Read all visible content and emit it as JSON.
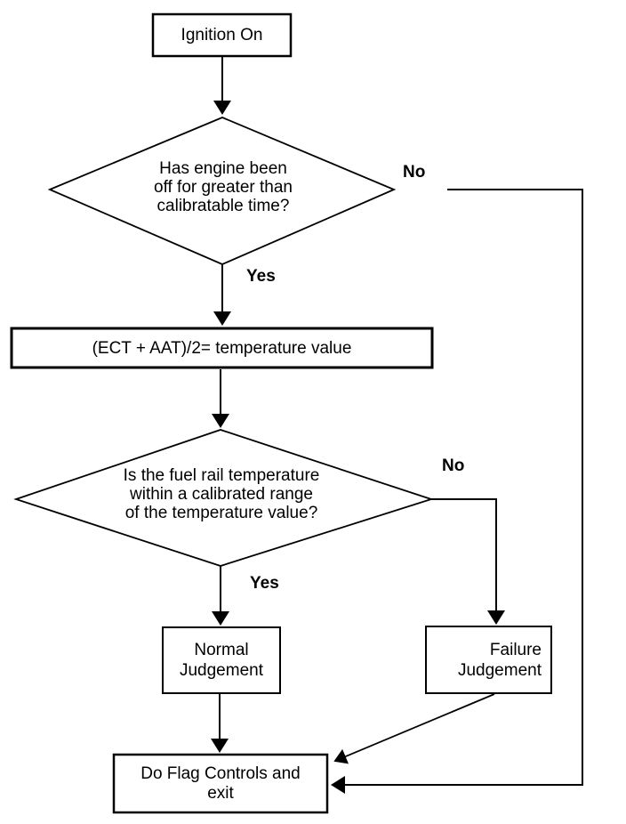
{
  "style": {
    "background": "#ffffff",
    "stroke_color": "#000000",
    "text_color": "#000000"
  },
  "nodes": {
    "ignition": {
      "label": "Ignition On"
    },
    "engine_off_decision": {
      "label": "Has engine been\noff for greater than\ncalibratable time?"
    },
    "temperature_formula": {
      "label": "(ECT + AAT)/2= temperature value"
    },
    "fuel_rail_decision": {
      "label": "Is the fuel rail temperature\nwithin a calibrated range\nof the temperature value?"
    },
    "normal_judgement": {
      "label": "Normal\nJudgement"
    },
    "failure_judgement": {
      "label": "Failure\nJudgement"
    },
    "do_flag_controls": {
      "label": "Do Flag Controls and\nexit"
    }
  },
  "edge_labels": {
    "engine_off_no": "No",
    "engine_off_yes": "Yes",
    "fuel_rail_no": "No",
    "fuel_rail_yes": "Yes"
  }
}
